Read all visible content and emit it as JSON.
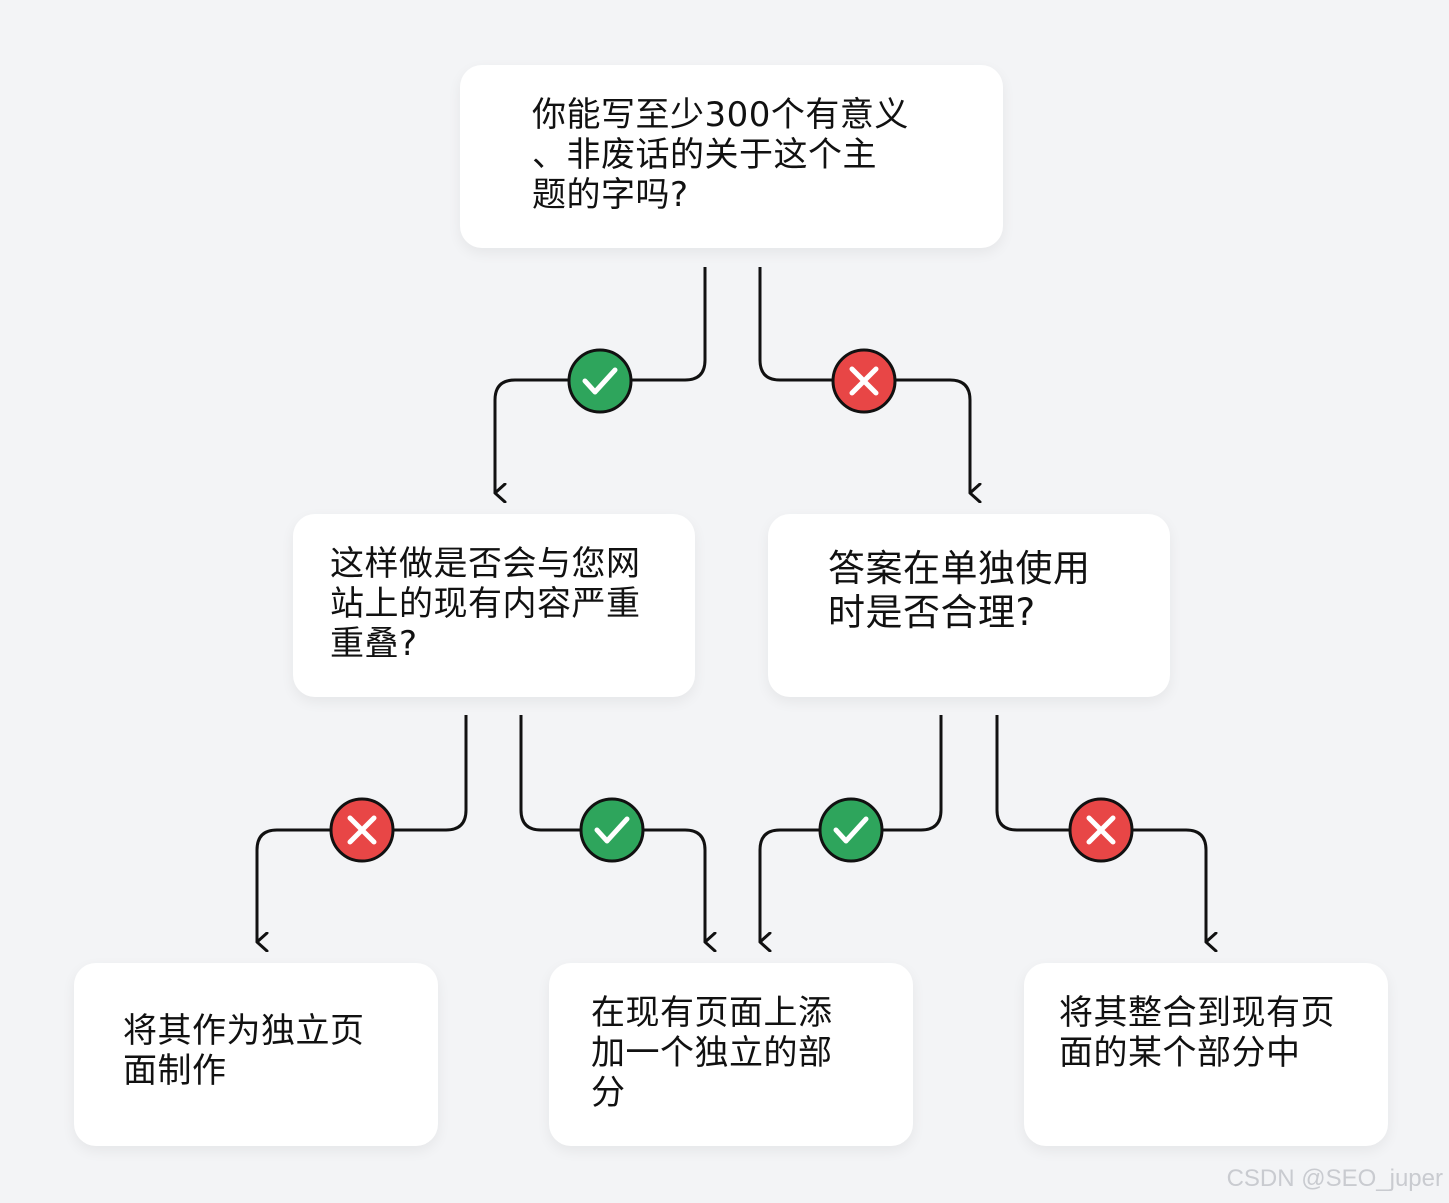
{
  "nodes": {
    "root": {
      "text": "你能写至少300个有意义\n、非废话的关于这个主\n题的字吗?"
    },
    "overlap": {
      "text": "这样做是否会与您网\n站上的现有内容严重\n重叠?"
    },
    "standalone": {
      "text": "答案在单独使用\n时是否合理?"
    },
    "own_page": {
      "text": "将其作为独立页\n面制作"
    },
    "add_section": {
      "text": "在现有页面上添\n加一个独立的部\n分"
    },
    "merge": {
      "text": "将其整合到现有页\n面的某个部分中"
    }
  },
  "edges": [
    {
      "from": "root",
      "to": "overlap",
      "answer": "yes"
    },
    {
      "from": "root",
      "to": "standalone",
      "answer": "no"
    },
    {
      "from": "overlap",
      "to": "own_page",
      "answer": "no"
    },
    {
      "from": "overlap",
      "to": "add_section",
      "answer": "yes"
    },
    {
      "from": "standalone",
      "to": "add_section",
      "answer": "yes"
    },
    {
      "from": "standalone",
      "to": "merge",
      "answer": "no"
    }
  ],
  "colors": {
    "yes": "#2ea55c",
    "no": "#e84646",
    "line": "#111111",
    "box": "#ffffff",
    "background": "#f3f4f6"
  },
  "icons": {
    "yes": "check-icon",
    "no": "x-icon"
  },
  "watermark": "CSDN @SEO_juper"
}
